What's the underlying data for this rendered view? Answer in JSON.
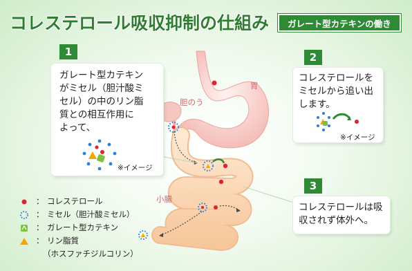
{
  "title": "コレステロール吸収抑制の仕組み",
  "subtitle": "ガレート型カテキンの働き",
  "steps": [
    {
      "number": "1",
      "lines": [
        "ガレート型カテキン",
        "がミセル（胆汁酸ミ",
        "セル）の中のリン脂",
        "質との相互作用に",
        "よって、"
      ],
      "note": "※イメージ"
    },
    {
      "number": "2",
      "lines": [
        "コレステロールを",
        "ミセルから追い出",
        "します。"
      ],
      "note": "※イメージ"
    },
    {
      "number": "3",
      "lines": [
        "コレステロールは吸",
        "収されず体外へ。"
      ]
    }
  ],
  "organs": {
    "stomach": "胃",
    "gallbladder": "胆のう",
    "small_intestine": "小腸"
  },
  "legend": {
    "colon": "：",
    "items": [
      {
        "symbol": "cholesterol-dot-icon",
        "label": "コレステロール"
      },
      {
        "symbol": "micelle-ring-icon",
        "label": "ミセル（胆汁酸ミセル）"
      },
      {
        "symbol": "catechin-icon",
        "label": "ガレート型カテキン"
      },
      {
        "symbol": "phospholipid-triangle-icon",
        "label": "リン脂質"
      }
    ],
    "extra_line": "（ホスファチジルコリン）"
  },
  "colors": {
    "accent_green": "#2f8a35",
    "title_green": "#2f7d31",
    "cholesterol_red": "#e0242e",
    "micelle_blue": "#2f7fd9",
    "phospholipid_yellow": "#f2a800",
    "organ_pink": "#f7c9c4",
    "intestine_peach": "#fde2c6"
  }
}
